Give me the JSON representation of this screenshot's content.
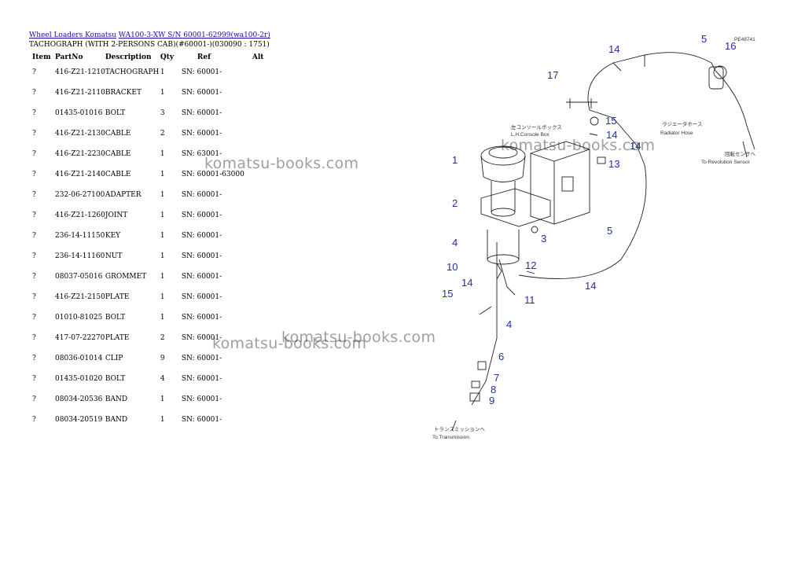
{
  "breadcrumb": {
    "link1": "Wheel Loaders Komatsu",
    "link2": "WA100-3-XW S/N 60001-62999(wa100-2r)"
  },
  "page_title": "TACHOGRAPH (WITH 2-PERSONS CAB)(#60001-)(030090 : 1751)",
  "table": {
    "headers": {
      "item": "Item",
      "part": "PartNo",
      "desc": "Description",
      "qty": "Qty",
      "ref": "Ref",
      "alt": "Alt"
    },
    "rows": [
      {
        "item": "?",
        "part": "416-Z21-1210",
        "desc": "TACHOGRAPH",
        "qty": "1",
        "ref": "SN: 60001-"
      },
      {
        "item": "?",
        "part": "416-Z21-2110",
        "desc": "BRACKET",
        "qty": "1",
        "ref": "SN: 60001-"
      },
      {
        "item": "?",
        "part": "01435-01016",
        "desc": "BOLT",
        "qty": "3",
        "ref": "SN: 60001-"
      },
      {
        "item": "?",
        "part": "416-Z21-2130",
        "desc": "CABLE",
        "qty": "2",
        "ref": "SN: 60001-"
      },
      {
        "item": "?",
        "part": "416-Z21-2230",
        "desc": "CABLE",
        "qty": "1",
        "ref": "SN: 63001-"
      },
      {
        "item": "?",
        "part": "416-Z21-2140",
        "desc": "CABLE",
        "qty": "1",
        "ref": "SN: 60001-63000"
      },
      {
        "item": "?",
        "part": "232-06-27100",
        "desc": "ADAPTER",
        "qty": "1",
        "ref": "SN: 60001-"
      },
      {
        "item": "?",
        "part": "416-Z21-1260",
        "desc": "JOINT",
        "qty": "1",
        "ref": "SN: 60001-"
      },
      {
        "item": "?",
        "part": "236-14-11150",
        "desc": "KEY",
        "qty": "1",
        "ref": "SN: 60001-"
      },
      {
        "item": "?",
        "part": "236-14-11160",
        "desc": "NUT",
        "qty": "1",
        "ref": "SN: 60001-"
      },
      {
        "item": "?",
        "part": "08037-05016",
        "desc": "GROMMET",
        "qty": "1",
        "ref": "SN: 60001-"
      },
      {
        "item": "?",
        "part": "416-Z21-2150",
        "desc": "PLATE",
        "qty": "1",
        "ref": "SN: 60001-"
      },
      {
        "item": "?",
        "part": "01010-81025",
        "desc": "BOLT",
        "qty": "1",
        "ref": "SN: 60001-"
      },
      {
        "item": "?",
        "part": "417-07-22270",
        "desc": "PLATE",
        "qty": "2",
        "ref": "SN: 60001-"
      },
      {
        "item": "?",
        "part": "08036-01014",
        "desc": "CLIP",
        "qty": "9",
        "ref": "SN: 60001-"
      },
      {
        "item": "?",
        "part": "01435-01020",
        "desc": "BOLT",
        "qty": "4",
        "ref": "SN: 60001-"
      },
      {
        "item": "?",
        "part": "08034-20536",
        "desc": "BAND",
        "qty": "1",
        "ref": "SN: 60001-"
      },
      {
        "item": "?",
        "part": "08034-20519",
        "desc": "BAND",
        "qty": "1",
        "ref": "SN: 60001-"
      }
    ]
  },
  "watermark": "komatsu-books.com",
  "diagram": {
    "code": "PE48741",
    "callouts": [
      "1",
      "2",
      "3",
      "4",
      "4",
      "5",
      "5",
      "6",
      "7",
      "8",
      "9",
      "10",
      "11",
      "12",
      "13",
      "14",
      "14",
      "14",
      "14",
      "14",
      "15",
      "15",
      "16",
      "17"
    ],
    "labels": {
      "console_jp": "左コンソールボックス",
      "console_en": "L.H.Console Box",
      "radiator_jp": "ラジエータホース",
      "radiator_en": "Radiator Hose",
      "sensor_jp": "回転センサへ",
      "sensor_en": "To Revolution Sensor",
      "trans_jp": "トランスミッションへ",
      "trans_en": "To Transmission"
    },
    "callout_color": "#1f2fa0"
  }
}
